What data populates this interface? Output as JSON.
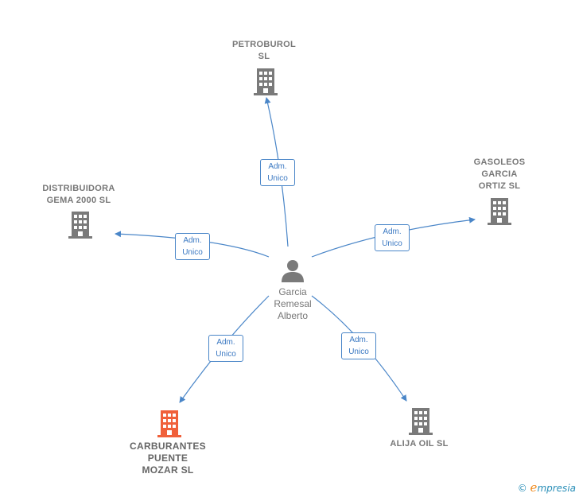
{
  "colors": {
    "edge": "#4a86c8",
    "building": "#7a7a7a",
    "building_highlight": "#f0603a",
    "person": "#7a7a7a"
  },
  "center": {
    "name": "Garcia\nRemesal\nAlberto",
    "icon": "person-icon"
  },
  "companies": [
    {
      "id": "petroburol",
      "name": "PETROBUROL\nSL",
      "icon": "building-icon",
      "highlight": false
    },
    {
      "id": "gasoleos",
      "name": "GASOLEOS\nGARCIA\nORTIZ SL",
      "icon": "building-icon",
      "highlight": false
    },
    {
      "id": "distribuidora",
      "name": "DISTRIBUIDORA\nGEMA 2000  SL",
      "icon": "building-icon",
      "highlight": false
    },
    {
      "id": "carburantes",
      "name": "CARBURANTES\nPUENTE\nMOZAR  SL",
      "icon": "building-icon",
      "highlight": true
    },
    {
      "id": "alija",
      "name": "ALIJA OIL  SL",
      "icon": "building-icon",
      "highlight": false
    }
  ],
  "relations": [
    {
      "to": "petroburol",
      "label": "Adm.\nUnico"
    },
    {
      "to": "gasoleos",
      "label": "Adm.\nUnico"
    },
    {
      "to": "distribuidora",
      "label": "Adm.\nUnico"
    },
    {
      "to": "carburantes",
      "label": "Adm.\nUnico"
    },
    {
      "to": "alija",
      "label": "Adm.\nUnico"
    }
  ],
  "footer": {
    "copyright": "©",
    "brand_initial": "e",
    "brand_rest": "mpresia"
  }
}
